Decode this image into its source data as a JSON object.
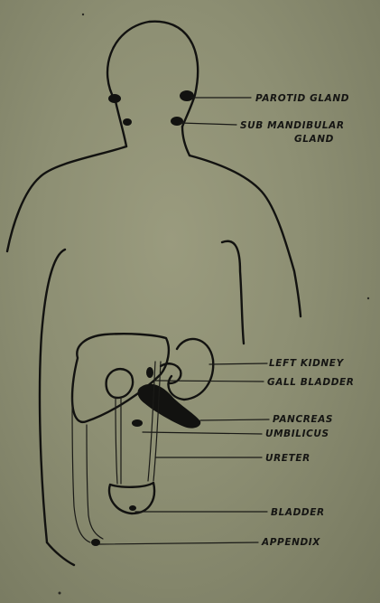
{
  "labels": {
    "parotid": "PAROTID GLAND",
    "submandibular_line1": "SUB MANDIBULAR",
    "submandibular_line2": "GLAND",
    "left_kidney": "LEFT KIDNEY",
    "gall_bladder": "GALL BLADDER",
    "pancreas": "PANCREAS",
    "umbilicus": "UMBILICUS",
    "ureter": "URETER",
    "bladder": "BLADDER",
    "appendix": "APPENDIX"
  }
}
